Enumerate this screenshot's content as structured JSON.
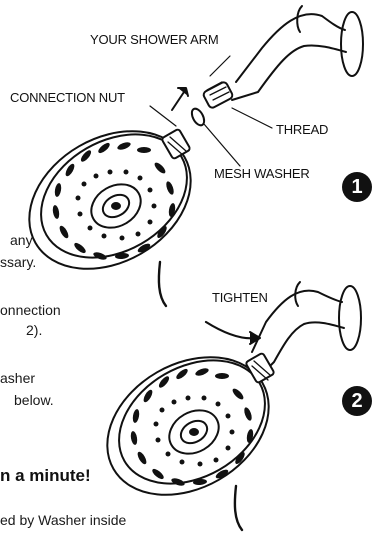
{
  "labels": {
    "shower_arm": "YOUR SHOWER ARM",
    "connection_nut": "CONNECTION NUT",
    "thread": "THREAD",
    "mesh_washer": "MESH WASHER",
    "tighten": "TIGHTEN"
  },
  "steps": {
    "one": "1",
    "two": "2"
  },
  "instructions": {
    "line1": "any",
    "line2": "ssary.",
    "line3": "onnection",
    "line4": "2).",
    "line5": "asher",
    "line6": "below."
  },
  "heading_fragment": "n a minute!",
  "footer_fragment": "ed by Washer inside"
}
